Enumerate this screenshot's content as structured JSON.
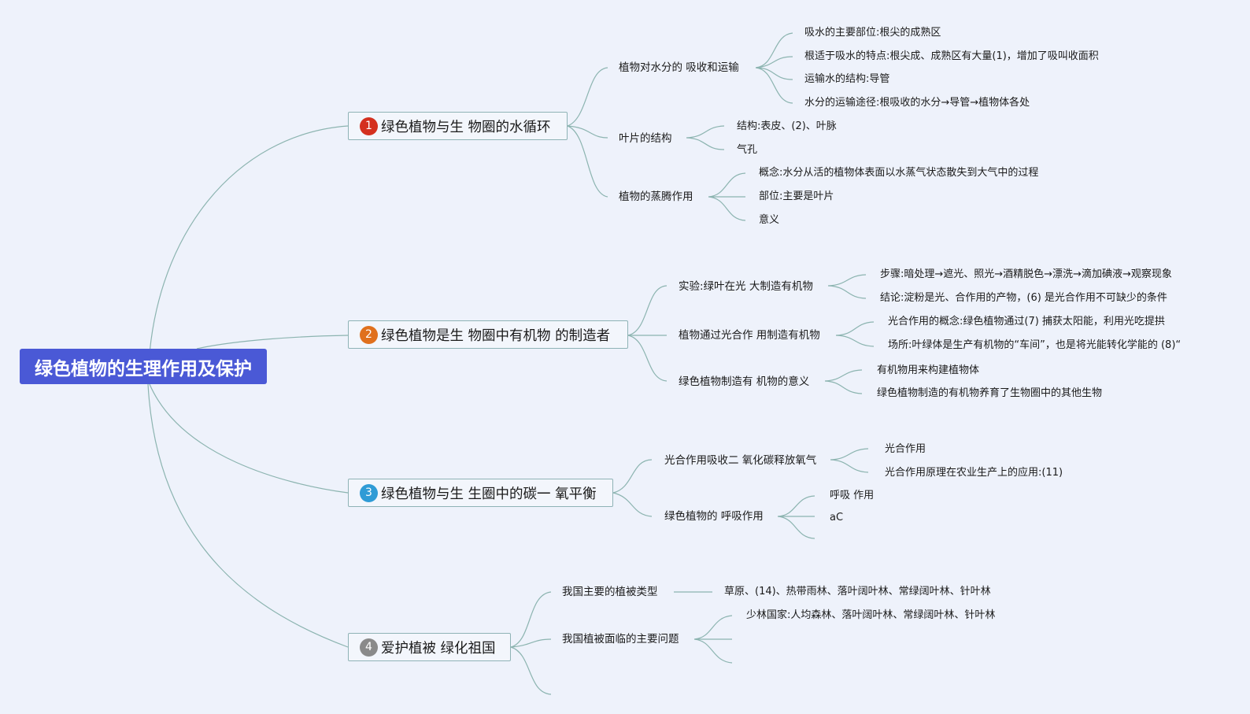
{
  "root": {
    "title": "绿色植物的生理作用及保护"
  },
  "colors": {
    "root_bg": "#4a59d6",
    "badge_1": "#d4301f",
    "badge_2": "#e0701d",
    "badge_3": "#2f9bd6",
    "badge_4": "#8a8a8a",
    "connector": "#8cb4b0",
    "background": "#eef2fb"
  },
  "branches": [
    {
      "number": "1",
      "title": "绿色植物与生 物圈的水循环",
      "topics": [
        {
          "label": "植物对水分的 吸收和运输",
          "leaves": [
            "吸水的主要部位:根尖的成熟区",
            "根适于吸水的特点:根尖成、成熟区有大量(1)，增加了吸叫收面积",
            "运输水的结构:导管",
            "水分的运输途径:根吸收的水分→导管→植物体各处"
          ]
        },
        {
          "label": "叶片的结构",
          "leaves": [
            "结构:表皮、(2)、叶脉",
            "气孔"
          ]
        },
        {
          "label": "植物的蒸腾作用",
          "leaves": [
            "概念:水分从活的植物体表面以水蒸气状态散失到大气中的过程",
            "部位:主要是叶片",
            "意义"
          ]
        }
      ]
    },
    {
      "number": "2",
      "title": "绿色植物是生 物圈中有机物 的制造者",
      "topics": [
        {
          "label": "实验:绿叶在光 大制造有机物",
          "leaves": [
            "步骤:暗处理→遮光、照光→酒精脱色→漂洗→滴加碘液→观察现象",
            "结论:淀粉是光、合作用的产物，(6) 是光合作用不可缺少的条件"
          ]
        },
        {
          "label": "植物通过光合作 用制造有机物",
          "leaves": [
            "光合作用的概念:绿色植物通过(7) 捕获太阳能，利用光吃提拱",
            "场所:叶绿体是生产有机物的“车间”，也是将光能转化学能的 (8)“"
          ]
        },
        {
          "label": "绿色植物制造有 机物的意义",
          "leaves": [
            "有机物用来构建植物体",
            "绿色植物制造的有机物养育了生物圈中的其他生物"
          ]
        }
      ]
    },
    {
      "number": "3",
      "title": "绿色植物与生 生圈中的碳一 氧平衡",
      "topics": [
        {
          "label": "光合作用吸收二 氧化碳释放氧气",
          "leaves": [
            "光合作用",
            "光合作用原理在农业生产上的应用:(11)"
          ]
        },
        {
          "label": "绿色植物的 呼吸作用",
          "leaves": [
            "呼吸 作用",
            "aC"
          ]
        }
      ]
    },
    {
      "number": "4",
      "title": "爱护植被 绿化祖国",
      "topics": [
        {
          "label": "我国主要的植被类型",
          "leaves": [
            "草原、(14)、热带雨林、落叶阔叶林、常绿阔叶林、针叶林"
          ]
        },
        {
          "label": "我国植被面临的主要问题",
          "leaves": [
            "少林国家:人均森林、落叶阔叶林、常绿阔叶林、针叶林"
          ]
        }
      ]
    }
  ]
}
